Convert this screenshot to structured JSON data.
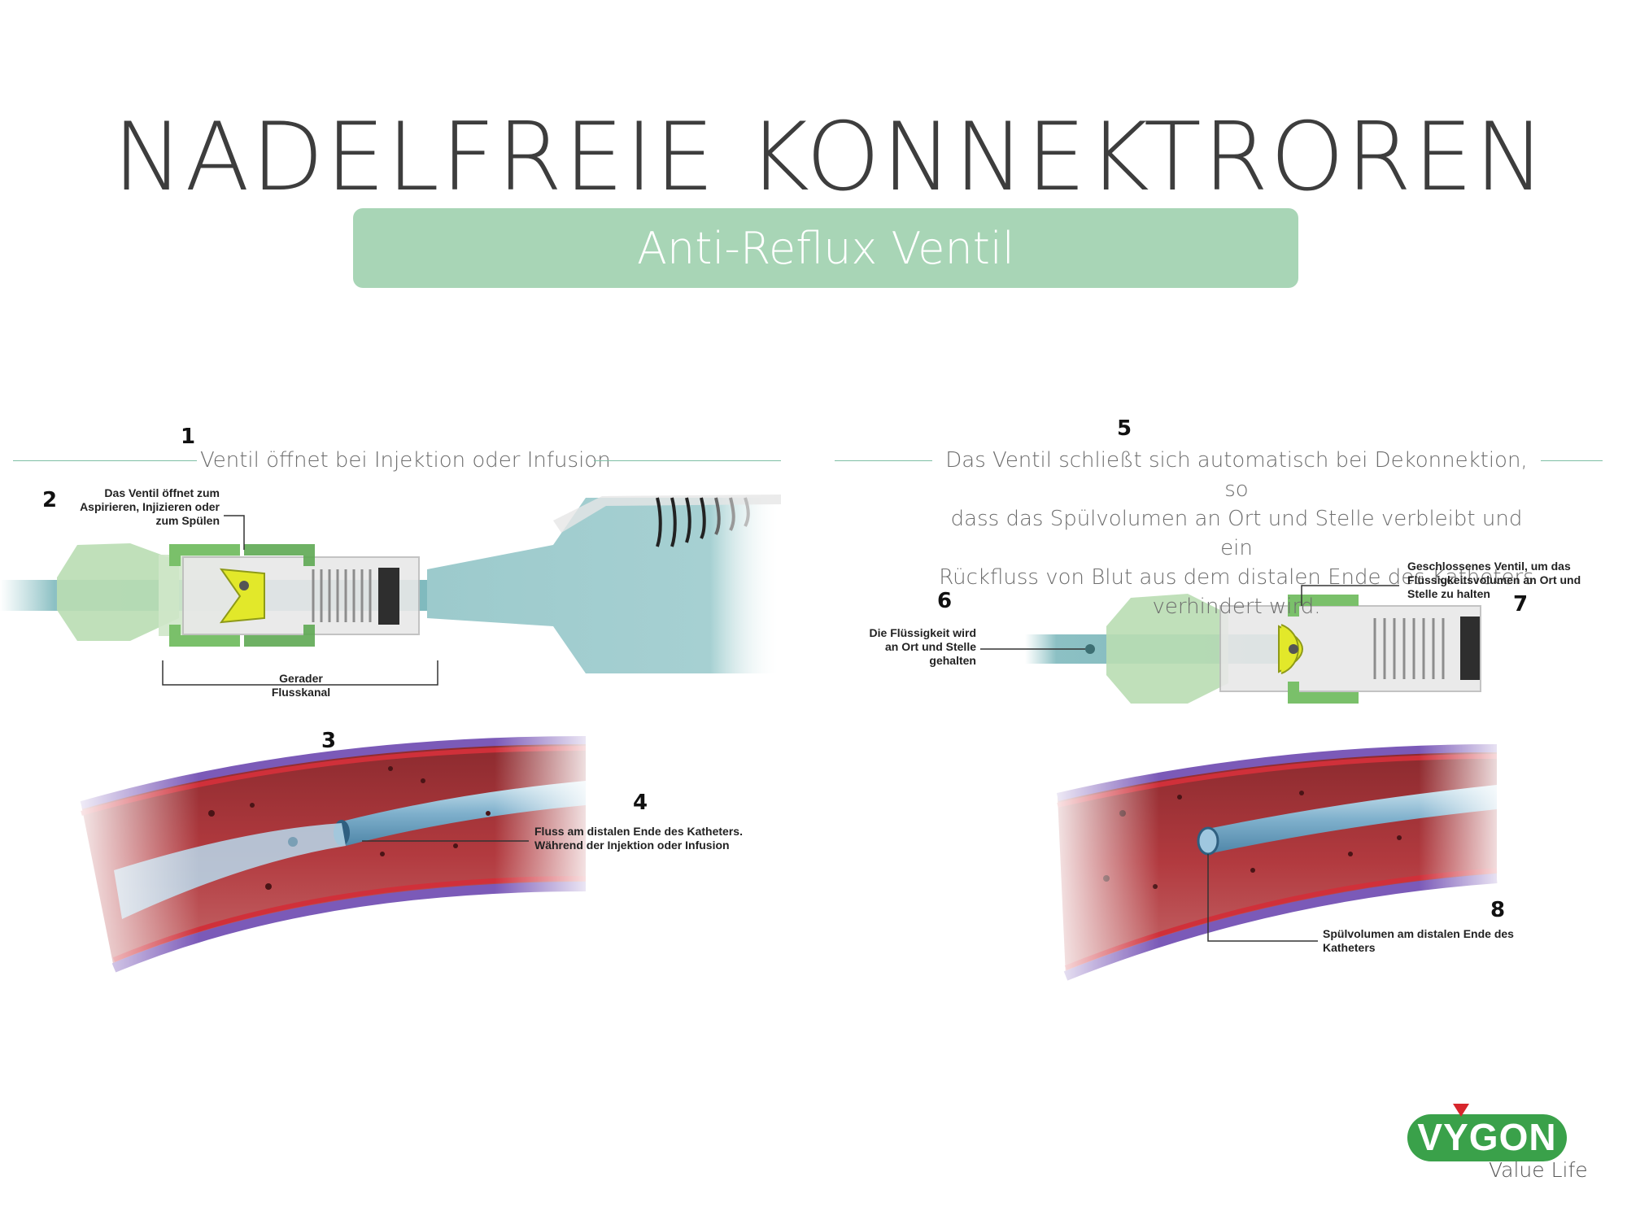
{
  "title": "NADELFREIE KONNEKTROREN",
  "subtitle": "Anti-Reflux Ventil",
  "left": {
    "step1": {
      "number": "1",
      "text": "Ventil öffnet bei Injektion oder Infusion"
    },
    "step2": {
      "number": "2",
      "lines": [
        "Das Ventil öffnet zum",
        "Aspirieren, Injizieren oder",
        "zum Spülen"
      ]
    },
    "channel": {
      "lines": [
        "Gerader",
        "Flusskanal"
      ]
    },
    "step3": {
      "number": "3"
    },
    "step4": {
      "number": "4",
      "lines": [
        "Fluss am distalen Ende des Katheters.",
        "Während der Injektion oder Infusion"
      ]
    }
  },
  "right": {
    "step5": {
      "number": "5",
      "lines": [
        "Das Ventil schließt sich automatisch bei Dekonnektion, so",
        "dass das Spülvolumen an Ort und Stelle verbleibt und ein",
        "Rückfluss von Blut aus dem distalen Ende des Katheters",
        "verhindert wird."
      ]
    },
    "step6": {
      "number": "6",
      "lines": [
        "Die Flüssigkeit wird",
        "an Ort und Stelle",
        "gehalten"
      ]
    },
    "step7": {
      "number": "7",
      "lines": [
        "Geschlossenes Ventil, um das",
        "Flüssigkeitsvolumen an Ort und",
        "Stelle zu halten"
      ]
    },
    "step8": {
      "number": "8",
      "lines": [
        "Spülvolumen am distalen Ende des",
        "Katheters"
      ]
    }
  },
  "brand": {
    "name": "VYGON",
    "tagline": "Value Life"
  },
  "colors": {
    "banner": "#a8d5b6",
    "connector_green": "#b9ddb3",
    "connector_dark_green": "#6cb65f",
    "valve_yellow": "#e2e82a",
    "fluid": "#8fc4c7",
    "vessel_red": "#b8333a",
    "vessel_purple": "#7b5ab8",
    "brand_green": "#3aa14a",
    "brand_red": "#d7262c"
  }
}
